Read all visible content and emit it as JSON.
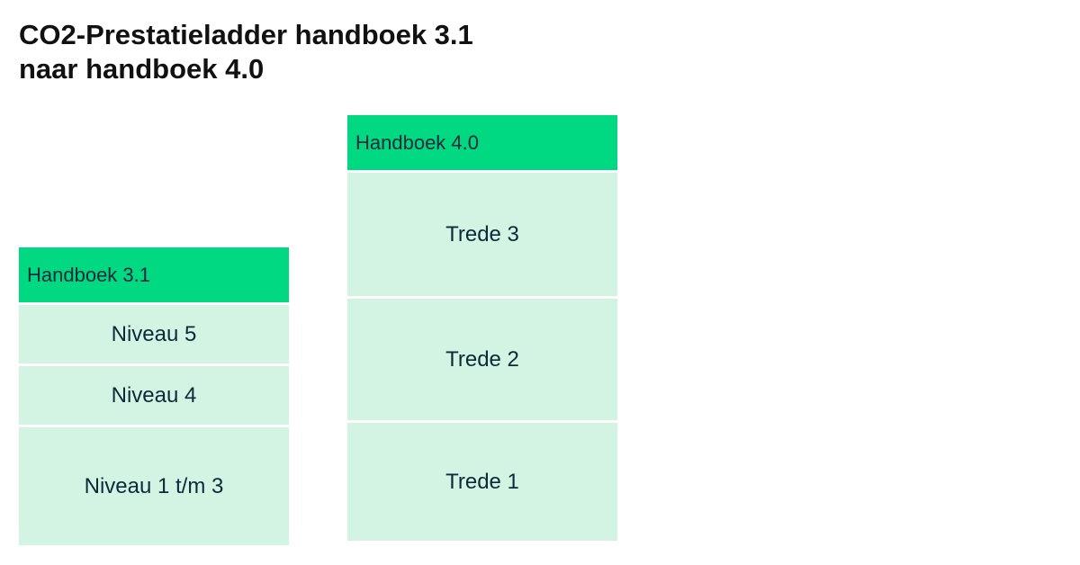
{
  "title": {
    "line1": "CO2-Prestatieladder handboek 3.1",
    "line2": "naar handboek 4.0"
  },
  "colors": {
    "header": "#00d882",
    "cell": "#d3f4e2",
    "text": "#0d2a3a"
  },
  "left_column": {
    "header": "Handboek 3.1",
    "rows": [
      "Niveau 5",
      "Niveau 4",
      "Niveau 1 t/m 3"
    ]
  },
  "right_column": {
    "header": "Handboek 4.0",
    "rows": [
      "Trede 3",
      "Trede 2",
      "Trede 1"
    ]
  }
}
